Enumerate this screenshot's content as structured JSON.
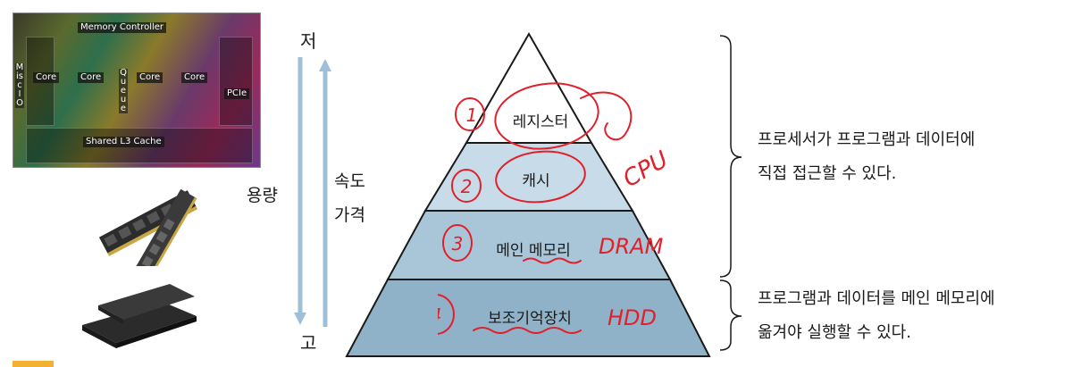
{
  "cpu": {
    "memory_controller": "Memory Controller",
    "cores": [
      "Core",
      "Core",
      "Core",
      "Core"
    ],
    "queue": "Queue",
    "misc_io": "Misc IO",
    "pcie": "PCIe",
    "shared_cache": "Shared L3 Cache"
  },
  "axis": {
    "top": "저",
    "bottom": "고",
    "left_label": "용량",
    "right_label_1": "속도",
    "right_label_2": "가격"
  },
  "pyramid": {
    "levels": [
      "레지스터",
      "캐시",
      "메인 메모리",
      "보조기억장치"
    ],
    "fill_colors": [
      "#ffffff",
      "#c7dbe8",
      "#a9c6d8",
      "#8fb2c8"
    ]
  },
  "annotations": {
    "numbers": [
      "1",
      "2",
      "3",
      "4"
    ],
    "words": [
      "CPU",
      "DRAM",
      "HDD"
    ],
    "color": "#e0202a"
  },
  "descriptions": {
    "top_line_1": "프로세서가 프로그램과 데이터에",
    "top_line_2": "직접 접근할 수 있다.",
    "bottom_line_1": "프로그램과 데이터를 메인 메모리에",
    "bottom_line_2": "옮겨야 실행할 수 있다."
  }
}
